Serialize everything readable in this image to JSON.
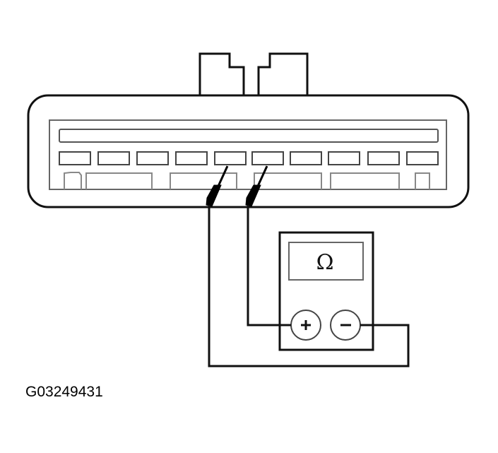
{
  "figure": {
    "id_label": "G03249431",
    "description": "Connector pin resistance check with ohmmeter"
  },
  "connector": {
    "upper_pin_count": 10,
    "probed_pins": [
      5,
      6
    ],
    "lower_cavities": 6
  },
  "meter": {
    "display_symbol": "Ω",
    "terminals": [
      {
        "name": "positive",
        "symbol": "+"
      },
      {
        "name": "negative",
        "symbol": "−"
      }
    ]
  },
  "colors": {
    "line": "#000000",
    "inner_line": "#555555",
    "background": "#ffffff"
  }
}
